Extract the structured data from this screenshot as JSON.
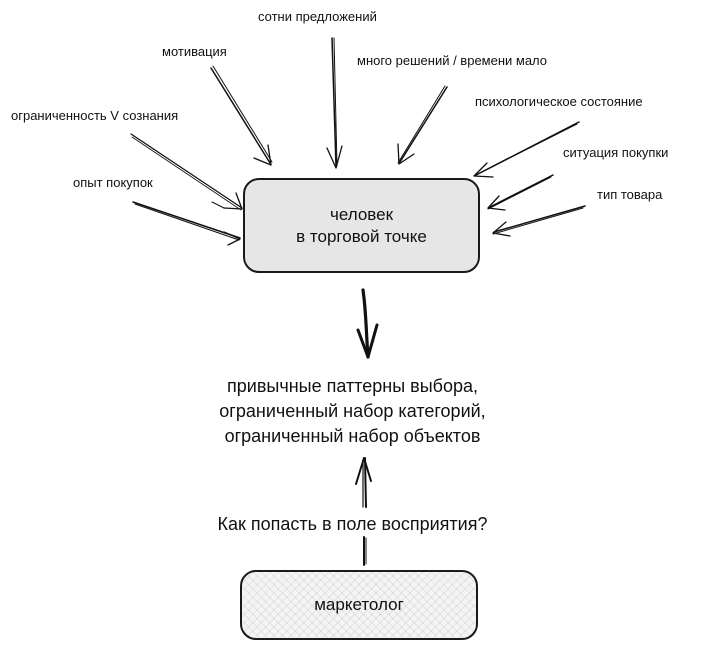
{
  "factors": [
    {
      "id": "hundreds-offers",
      "text": "сотни предложений"
    },
    {
      "id": "motivation",
      "text": "мотивация"
    },
    {
      "id": "many-decisions",
      "text": "много решений / времени мало"
    },
    {
      "id": "limited-consciousness",
      "text": "ограниченность V сознания"
    },
    {
      "id": "psych-state",
      "text": "психологическое состояние"
    },
    {
      "id": "purchase-situation",
      "text": "ситуация покупки"
    },
    {
      "id": "shopping-experience",
      "text": "опыт покупок"
    },
    {
      "id": "product-type",
      "text": "тип товара"
    }
  ],
  "person_box": {
    "line1": "человек",
    "line2": "в торговой точке"
  },
  "outcome": {
    "line1": "привычные паттерны выбора,",
    "line2": "ограниченный набор категорий,",
    "line3": "ограниченный набор объектов"
  },
  "question": "Как попасть в поле восприятия?",
  "marketer_box": {
    "label": "маркетолог"
  }
}
